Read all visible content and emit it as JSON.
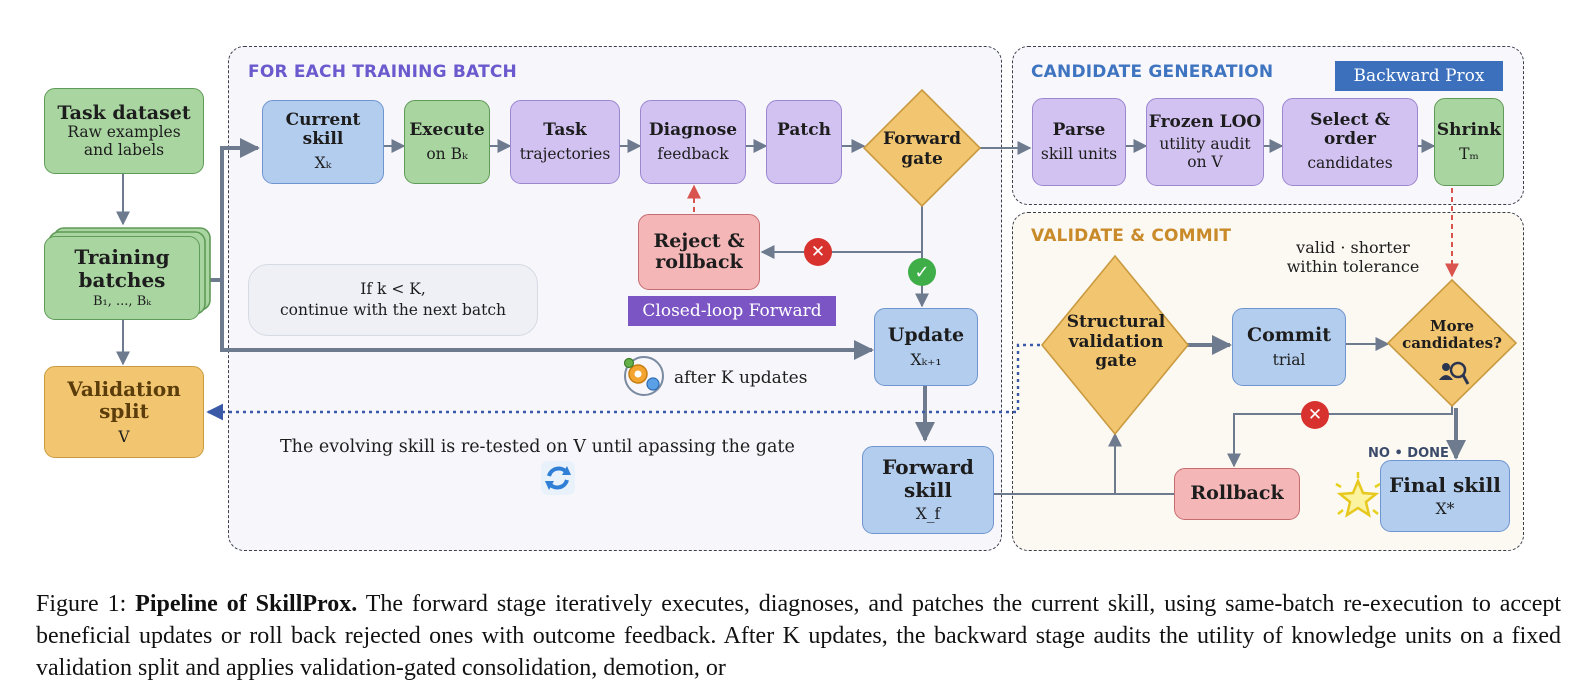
{
  "panels": {
    "forward": "FOR EACH TRAINING BATCH",
    "candidate": "CANDIDATE GENERATION",
    "validate": "VALIDATE & COMMIT"
  },
  "nodes": {
    "task_dataset": {
      "title": "Task dataset",
      "line1": "Raw examples",
      "line2": "and labels"
    },
    "training_batches": {
      "title1": "Training",
      "title2": "batches",
      "sub": "B₁, ..., Bₖ"
    },
    "validation_split": {
      "title1": "Validation",
      "title2": "split",
      "sub": "V"
    },
    "current_skill": {
      "title": "Current skill",
      "sub": "Xₖ"
    },
    "execute": {
      "title": "Execute",
      "sub": "on Bₖ"
    },
    "task": {
      "title": "Task",
      "sub": "trajectories"
    },
    "diagnose": {
      "title": "Diagnose",
      "sub": "feedback"
    },
    "patch": {
      "title": "Patch"
    },
    "forward_gate": {
      "line1": "Forward",
      "line2": "gate"
    },
    "reject": {
      "line1": "Reject &",
      "line2": "rollback"
    },
    "update": {
      "title": "Update",
      "sub": "Xₖ₊₁"
    },
    "forward_skill": {
      "title1": "Forward",
      "title2": "skill",
      "sub": "X_f"
    },
    "parse": {
      "title": "Parse",
      "sub": "skill units"
    },
    "frozen_loo": {
      "title": "Frozen LOO",
      "sub1": "utility audit",
      "sub2": "on V"
    },
    "select_order": {
      "title": "Select & order",
      "sub": "candidates"
    },
    "shrink": {
      "title": "Shrink",
      "sub": "Tₘ"
    },
    "structural_gate": {
      "line1": "Structural",
      "line2": "validation gate"
    },
    "commit": {
      "title": "Commit",
      "sub": "trial"
    },
    "more_candidates": {
      "line1": "More",
      "line2": "candidates?"
    },
    "rollback": {
      "title": "Rollback"
    },
    "final_skill": {
      "title": "Final skill",
      "sub": "X*"
    }
  },
  "labels": {
    "backward_prox": "Backward Prox",
    "closed_loop": "Closed-loop Forward",
    "if_k_line1": "If k < K,",
    "if_k_line2": "continue with the next batch",
    "after_k": "after K updates",
    "retest": "The evolving skill is re-tested on V until apassing the gate",
    "valid_line1": "valid · shorter",
    "valid_line2": "within tolerance",
    "no_done": "NO • DONE"
  },
  "caption": {
    "prefix": "Figure 1: ",
    "bold": "Pipeline of SkillProx.",
    "text": " The forward stage iteratively executes, diagnoses, and patches the current skill, using same-batch re-execution to accept beneficial updates or roll back rejected ones with outcome feedback. After K updates, the backward stage audits the utility of knowledge units on a fixed validation split and applies validation-gated consolidation, demotion, or"
  },
  "colors": {
    "forward_title": "#6a5acd",
    "candidate_title": "#3f74c0",
    "validate_title": "#c98a2a",
    "arrow": "#6e7a8e",
    "backward_prox_bg": "#3c70bd",
    "closed_loop_bg": "#7b55c4"
  },
  "icons": [
    "check-icon",
    "cross-icon",
    "gears-icon",
    "refresh-icon",
    "magnifier-people-icon",
    "star-icon"
  ]
}
